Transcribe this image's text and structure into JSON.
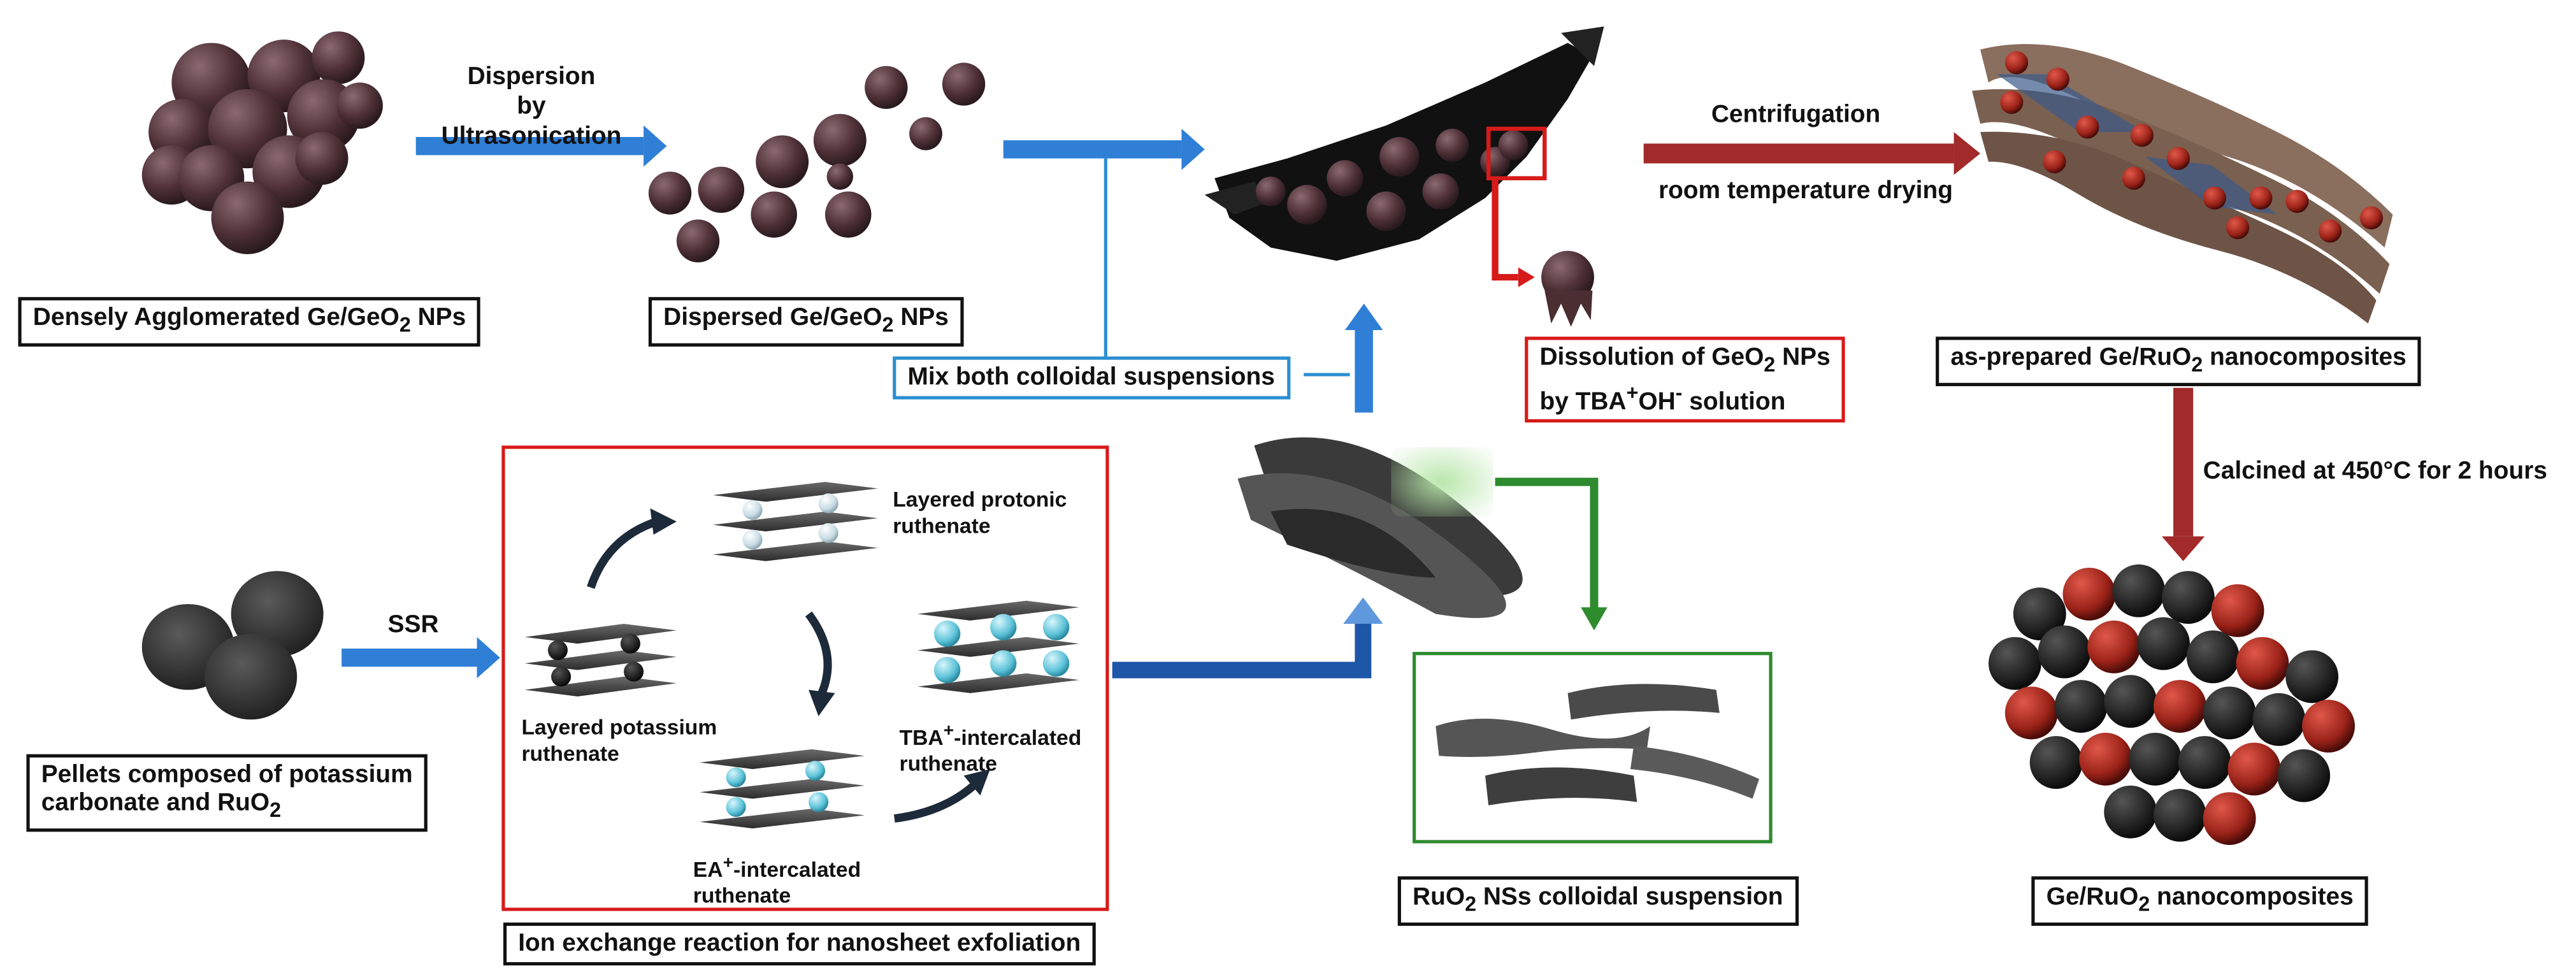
{
  "labels": {
    "densely_agglomerated_a": "Densely Agglomerated Ge/GeO",
    "densely_agglomerated_sub": "2",
    "densely_agglomerated_b": " NPs",
    "dispersed_a": "Dispersed Ge/GeO",
    "dispersed_sub": "2",
    "dispersed_b": " NPs",
    "mix": "Mix both colloidal suspensions",
    "dissolution_l1a": "Dissolution of GeO",
    "dissolution_l1sub": "2",
    "dissolution_l1b": " NPs",
    "dissolution_l2a": "by TBA",
    "dissolution_l2sup": "+",
    "dissolution_l2b": "OH",
    "dissolution_l2sup2": "-",
    "dissolution_l2c": " solution",
    "as_prepared_a": "as-prepared Ge/RuO",
    "as_prepared_sub": "2",
    "as_prepared_b": " nanocomposites",
    "pellets_l1": "Pellets composed of potassium",
    "pellets_l2a": "carbonate and RuO",
    "pellets_l2sub": "2",
    "ion_exchange": "Ion exchange reaction for nanosheet exfoliation",
    "ruo2_ns_a": "RuO",
    "ruo2_ns_sub": "2",
    "ruo2_ns_b": " NSs colloidal suspension",
    "ge_ruo2_a": "Ge/RuO",
    "ge_ruo2_sub": "2",
    "ge_ruo2_b": " nanocomposites"
  },
  "steps": {
    "dispersion_l1": "Dispersion",
    "dispersion_l2": "by Ultrasonication",
    "centrifugation": "Centrifugation",
    "drying": "room temperature drying",
    "calcined": "Calcined at 450°C for 2 hours",
    "ssr": "SSR"
  },
  "ion_exchange_box": {
    "layered_potassium_l1": "Layered potassium",
    "layered_potassium_l2": "ruthenate",
    "layered_protonic_l1": "Layered protonic",
    "layered_protonic_l2": "ruthenate",
    "tba_l1a": "TBA",
    "tba_sup": "+",
    "tba_l1b": "-intercalated",
    "tba_l2": "ruthenate",
    "ea_l1a": "EA",
    "ea_sup": "+",
    "ea_l1b": "-intercalated",
    "ea_l2": "ruthenate"
  },
  "colors": {
    "blue_arrow": "#2f7fd6",
    "dark_blue_arrow": "#1e56a8",
    "red_arrow": "#a32a2a",
    "green_arrow": "#2e8b2e",
    "red_box": "#d71a1a",
    "particle": "#5a3a3e",
    "sheet": "#4a4a4a",
    "k_ion": "#1a1a1a",
    "h_ion": "#d8e8ee",
    "ea_ion": "#5fc6d8",
    "tba_ion": "#6fd0e6"
  }
}
